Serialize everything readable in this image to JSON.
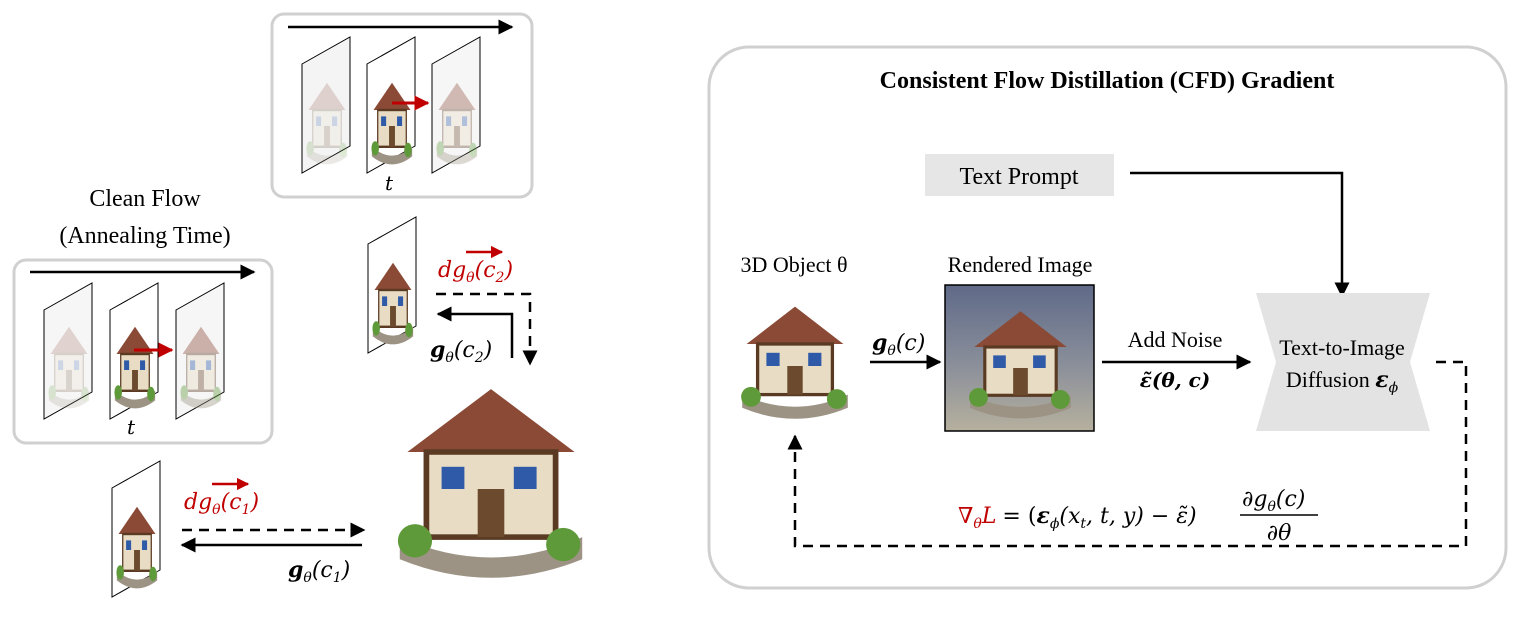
{
  "left_panel": {
    "clean_flow_line1": "Clean Flow",
    "clean_flow_line2": "(Annealing Time)",
    "time_label_top": "t",
    "time_label_left": "t",
    "dg_c2": "dg",
    "dg_c2_sub": "θ",
    "dg_c2_arg": "(c",
    "dg_c2_argsub": "2",
    "dg_c2_close": ")",
    "g_c2": "g",
    "g_c2_sub": "θ",
    "g_c2_arg": "(c",
    "g_c2_argsub": "2",
    "g_c2_close": ")",
    "dg_c1": "dg",
    "dg_c1_sub": "θ",
    "dg_c1_arg": "(c",
    "dg_c1_argsub": "1",
    "dg_c1_close": ")",
    "g_c1": "g",
    "g_c1_sub": "θ",
    "g_c1_arg": "(c",
    "g_c1_argsub": "1",
    "g_c1_close": ")"
  },
  "right_panel": {
    "title": "Consistent Flow Distillation (CFD) Gradient",
    "text_prompt": "Text Prompt",
    "object_label": "3D Object θ",
    "rendered_label": "Rendered Image",
    "g_c": "g",
    "g_c_sub": "θ",
    "g_c_arg": "(c)",
    "add_noise": "Add Noise",
    "eps_tilde": "ε̃(θ, c)",
    "t2i_line1": "Text-to-Image",
    "t2i_line2": "Diffusion ",
    "t2i_eps": "ε",
    "t2i_eps_sub": "ϕ",
    "grad_lhs": "∇",
    "grad_lhs_sub": "θ",
    "grad_lhs_L": "L",
    "grad_eq": "= (",
    "grad_eps": "ε",
    "grad_eps_sub": "ϕ",
    "grad_args": "(x",
    "grad_args_sub": "t",
    "grad_args_rest": ", t, y) − ε̃)",
    "grad_num": "∂g",
    "grad_num_sub": "θ",
    "grad_num_rest": "(c)",
    "grad_den": "∂θ"
  },
  "colors": {
    "accent_red": "#c00000",
    "panel_border": "#d0d0d0",
    "prompt_bg": "#e6e6e6",
    "diffusion_bg": "#e3e3e3"
  }
}
